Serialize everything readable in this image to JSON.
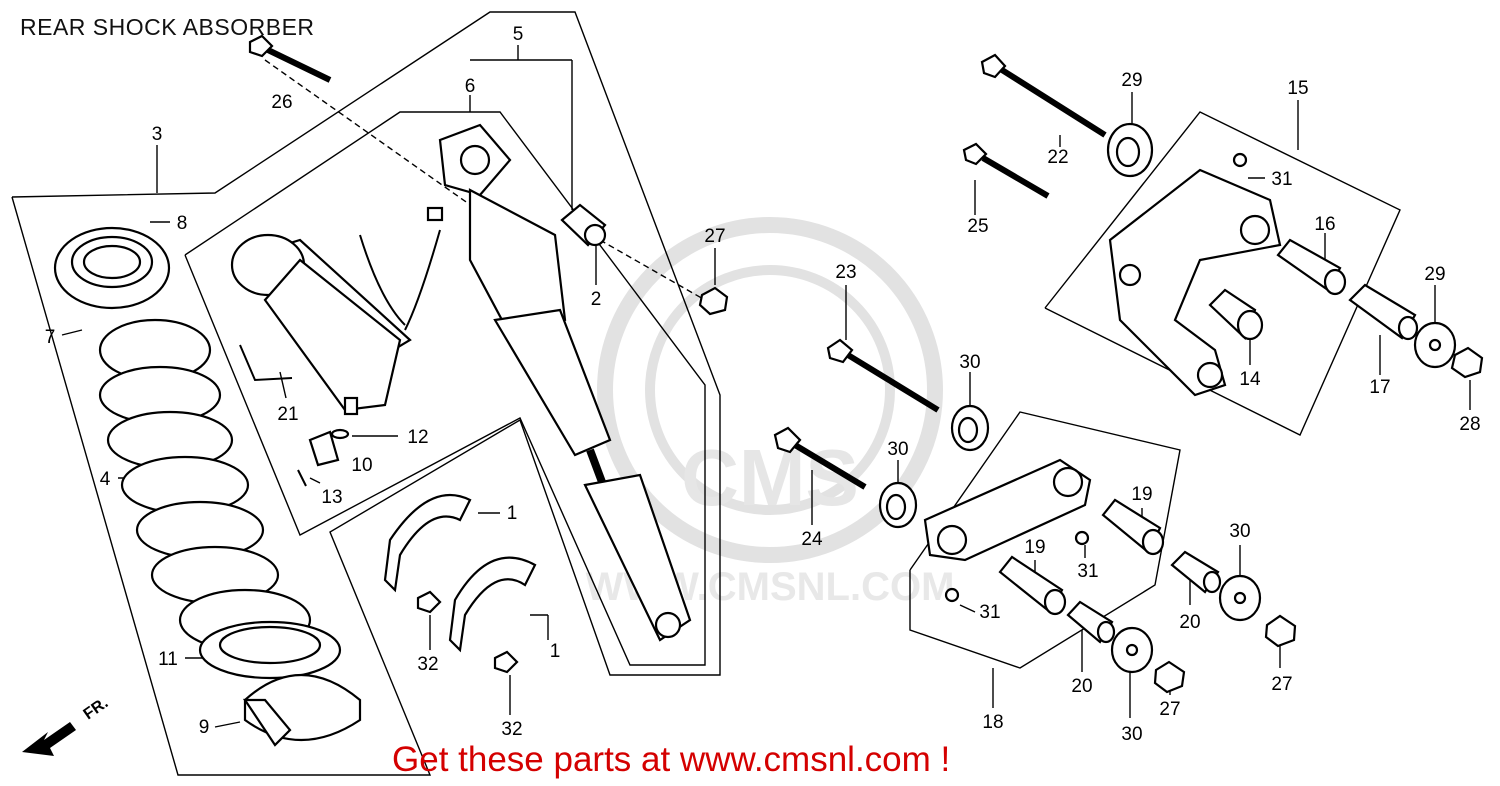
{
  "title": "REAR SHOCK ABSORBER",
  "promo": "Get these parts at www.cmsnl.com !",
  "watermark": {
    "url": "WWW.CMSNL.COM",
    "logo": "CMS"
  },
  "front_marker": "FR.",
  "callouts": [
    {
      "id": "c5a",
      "text": "5"
    },
    {
      "id": "c6",
      "text": "6"
    },
    {
      "id": "c26",
      "text": "26"
    },
    {
      "id": "c3",
      "text": "3"
    },
    {
      "id": "c8",
      "text": "8"
    },
    {
      "id": "c7",
      "text": "7"
    },
    {
      "id": "c4",
      "text": "4"
    },
    {
      "id": "c11",
      "text": "11"
    },
    {
      "id": "c9",
      "text": "9"
    },
    {
      "id": "c21",
      "text": "21"
    },
    {
      "id": "c12",
      "text": "12"
    },
    {
      "id": "c10",
      "text": "10"
    },
    {
      "id": "c13",
      "text": "13"
    },
    {
      "id": "c1a",
      "text": "1"
    },
    {
      "id": "c1b",
      "text": "1"
    },
    {
      "id": "c32a",
      "text": "32"
    },
    {
      "id": "c32b",
      "text": "32"
    },
    {
      "id": "c2",
      "text": "2"
    },
    {
      "id": "c27a",
      "text": "27"
    },
    {
      "id": "c23",
      "text": "23"
    },
    {
      "id": "c24",
      "text": "24"
    },
    {
      "id": "c30a",
      "text": "30"
    },
    {
      "id": "c30b",
      "text": "30"
    },
    {
      "id": "c29a",
      "text": "29"
    },
    {
      "id": "c22",
      "text": "22"
    },
    {
      "id": "c25",
      "text": "25"
    },
    {
      "id": "c15",
      "text": "15"
    },
    {
      "id": "c31a",
      "text": "31"
    },
    {
      "id": "c16",
      "text": "16"
    },
    {
      "id": "c14",
      "text": "14"
    },
    {
      "id": "c29b",
      "text": "29"
    },
    {
      "id": "c17",
      "text": "17"
    },
    {
      "id": "c28",
      "text": "28"
    },
    {
      "id": "c19a",
      "text": "19"
    },
    {
      "id": "c19b",
      "text": "19"
    },
    {
      "id": "c31b",
      "text": "31"
    },
    {
      "id": "c31c",
      "text": "31"
    },
    {
      "id": "c18",
      "text": "18"
    },
    {
      "id": "c20a",
      "text": "20"
    },
    {
      "id": "c20b",
      "text": "20"
    },
    {
      "id": "c30c",
      "text": "30"
    },
    {
      "id": "c30d",
      "text": "30"
    },
    {
      "id": "c27b",
      "text": "27"
    },
    {
      "id": "c27c",
      "text": "27"
    }
  ]
}
